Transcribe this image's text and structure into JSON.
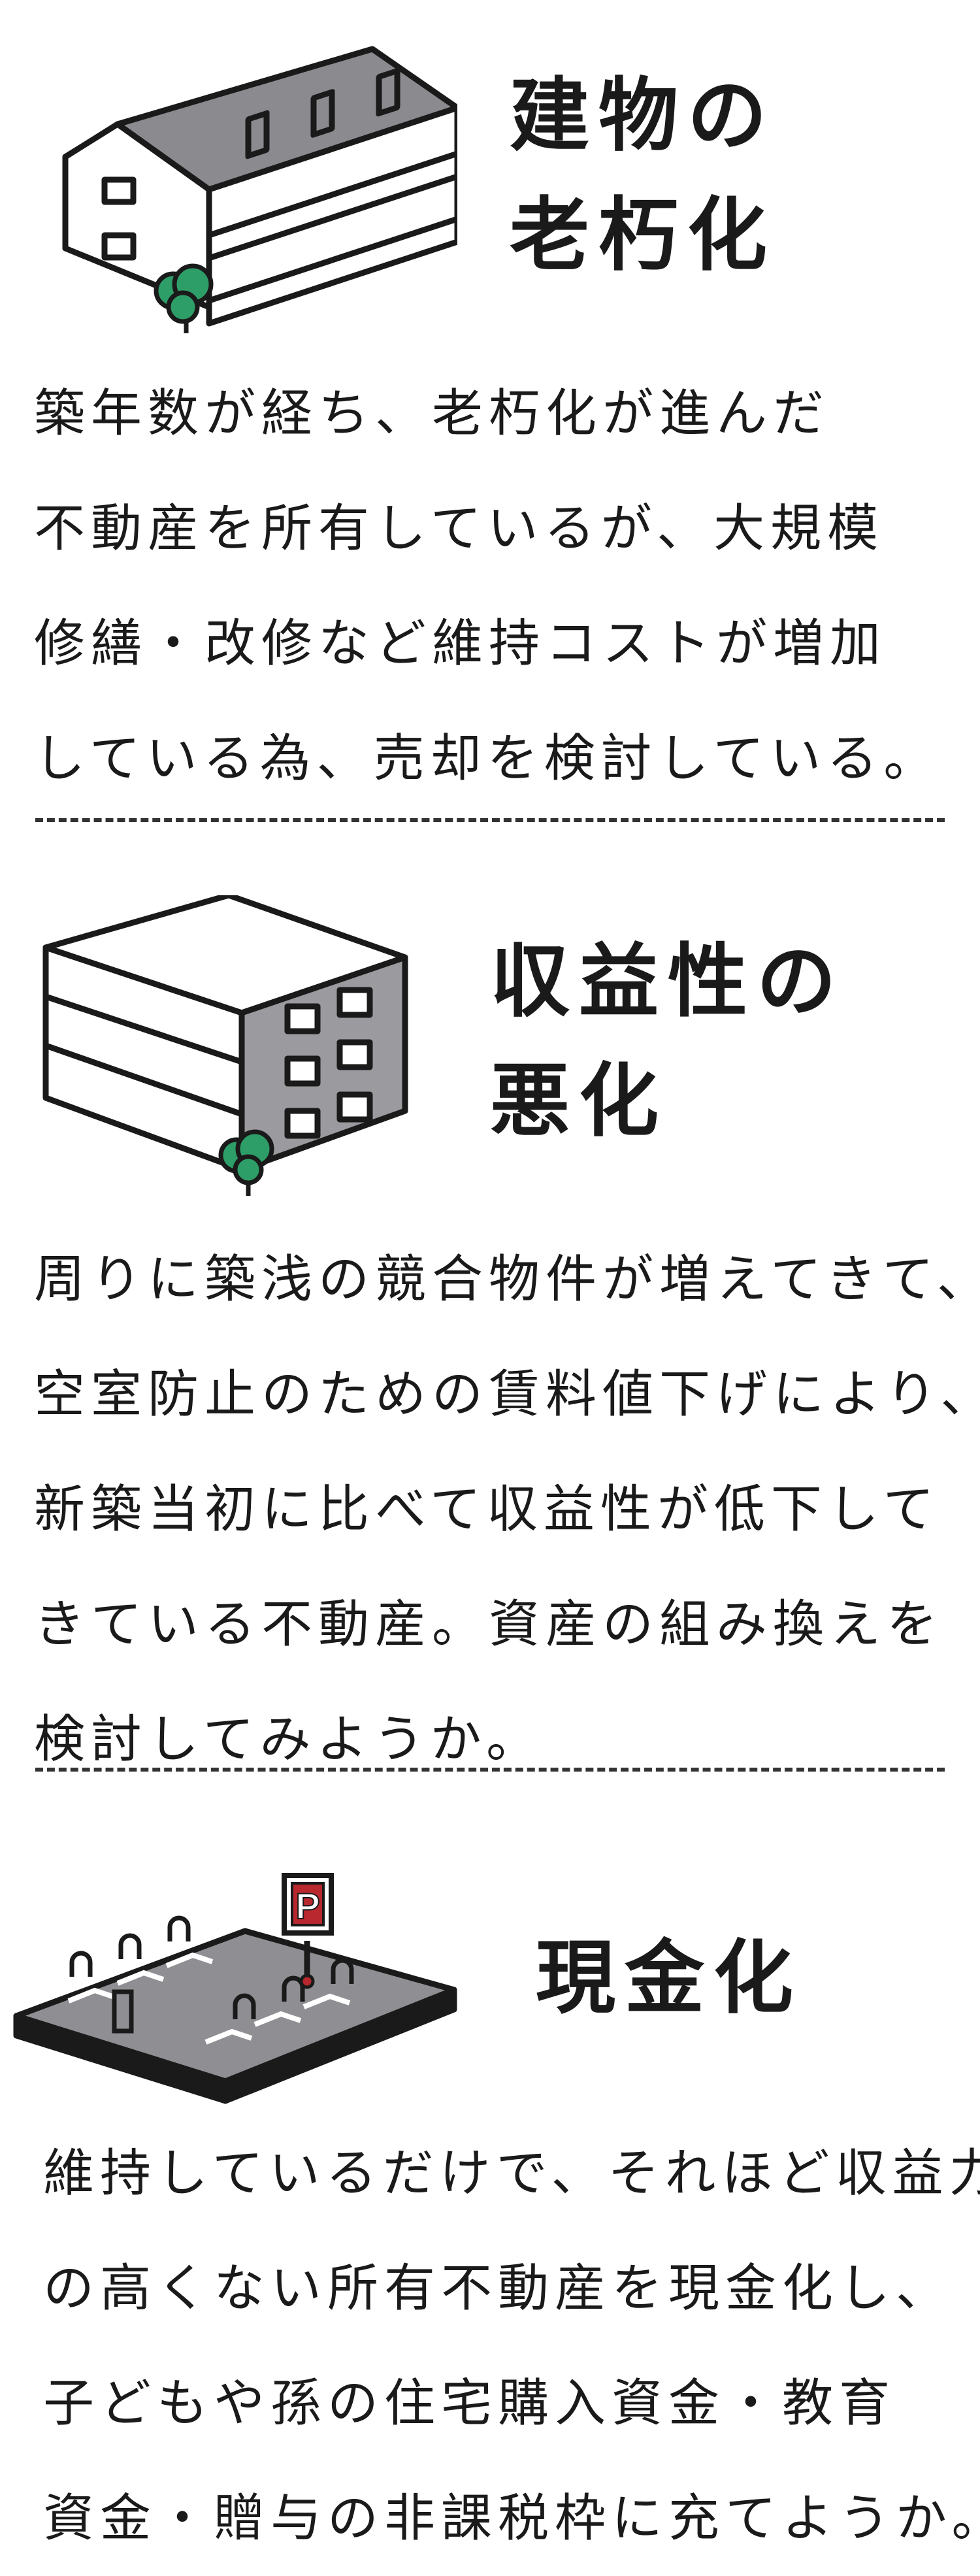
{
  "sections": [
    {
      "title_lines": [
        "建物の",
        "老朽化"
      ],
      "body_lines": [
        "築年数が経ち、老朽化が進んだ",
        "不動産を所有しているが、大規模",
        "修繕・改修など維持コストが増加",
        "している為、売却を検討している。"
      ]
    },
    {
      "title_lines": [
        "収益性の",
        "悪化"
      ],
      "body_lines": [
        "周りに築浅の競合物件が増えてきて、",
        "空室防止のための賃料値下げにより、",
        "新築当初に比べて収益性が低下して",
        "きている不動産。資産の組み換えを",
        "検討してみようか。"
      ]
    },
    {
      "title_lines": [
        "現金化"
      ],
      "body_lines": [
        "維持しているだけで、それほど収益力",
        "の高くない所有不動産を現金化し、",
        "子どもや孫の住宅購入資金・教育",
        "資金・贈与の非課税枠に充てようか。"
      ]
    }
  ],
  "illustrations": {
    "first": "house-building-icon",
    "second": "apartment-building-icon",
    "third": "parking-lot-icon",
    "parking_sign_letter": "P"
  },
  "colors": {
    "ink": "#1a1a1a",
    "roof_gray": "#8a8a8f",
    "wall_gray": "#9a9a9f",
    "ground_gray": "#8e8e93",
    "tree_green": "#2e9e68",
    "sign_red": "#b8282e"
  }
}
